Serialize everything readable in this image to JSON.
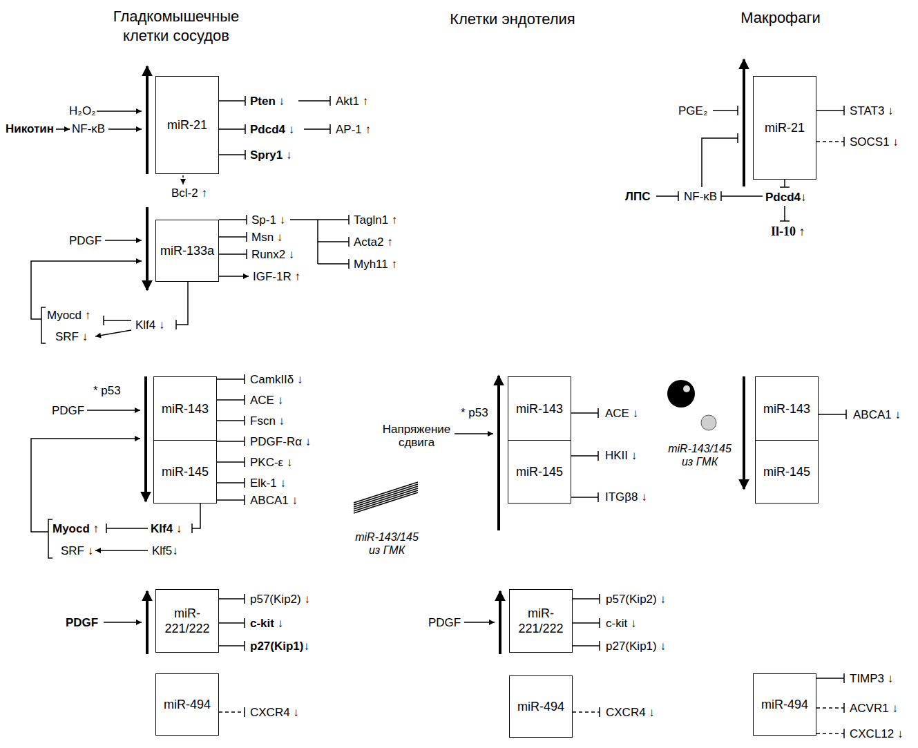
{
  "diagram": {
    "nodes": [
      {
        "text": [
          "miR-21"
        ]
      },
      {
        "text": [
          "miR-21"
        ]
      },
      {
        "text": [
          "miR-133a"
        ]
      },
      {
        "text": [
          "miR-143"
        ]
      },
      {
        "text": [
          "miR-145"
        ]
      },
      {
        "text": [
          "miR-143"
        ]
      },
      {
        "text": [
          "miR-145"
        ]
      },
      {
        "text": [
          "miR-143"
        ]
      },
      {
        "text": [
          "miR-145"
        ]
      },
      {
        "text": [
          "miR- 221/222"
        ]
      },
      {
        "text": [
          "miR- 221/222"
        ]
      },
      {
        "text": [
          "miR-494"
        ]
      },
      {
        "text": [
          "miR-494"
        ]
      },
      {
        "text": [
          "miR-494"
        ]
      }
    ],
    "labels": [
      "Гладкомышечные клетки сосудов",
      "Клетки эндотелия",
      "Макрофаги",
      "H₂O₂",
      "Никотин",
      "NF-κB",
      "Pten ↓",
      "Akt1 ↑",
      "Pdcd4 ↓",
      "AP-1 ↑",
      "Spry1 ↓",
      "Bcl-2 ↑",
      "PGE₂",
      "STAT3 ↓",
      "SOCS1 ↓",
      "ЛПС",
      "NF-κB",
      "Pdcd4↓",
      "Il-10 ↑",
      "PDGF",
      "Sp-1 ↓",
      "Msn ↓",
      "Runx2 ↓",
      "IGF-1R ↑",
      "Tagln1 ↑",
      "Acta2 ↑",
      "Myh11 ↑",
      "Myocd ↑",
      "Klf4 ↓",
      "SRF ↓",
      "* p53",
      "PDGF",
      "CamkIIδ ↓",
      "ACE ↓",
      "Fscn ↓",
      "PDGF-Rα ↓",
      "PKC-ε ↓",
      "Elk-1 ↓",
      "ABCA1 ↓",
      "Myocd ↑",
      "Klf4 ↓",
      "SRF ↓",
      "Klf5↓",
      "* p53",
      "Напряжение сдвига",
      "ACE ↓",
      "HKII ↓",
      "ITGβ8 ↓",
      "miR-143/145 из ГМК",
      "miR-143/145 из ГМК",
      "ABCA1 ↓",
      "PDGF",
      "p57(Kip2) ↓",
      "c-kit ↓",
      "p27(Kip1)↓",
      "PDGF",
      "p57(Kip2) ↓",
      "c-kit ↓",
      "p27(Kip1) ↓",
      "CXCR4 ↓",
      "CXCR4 ↓",
      "TIMP3 ↓",
      "ACVR1 ↓",
      "CXCL12 ↓"
    ]
  }
}
